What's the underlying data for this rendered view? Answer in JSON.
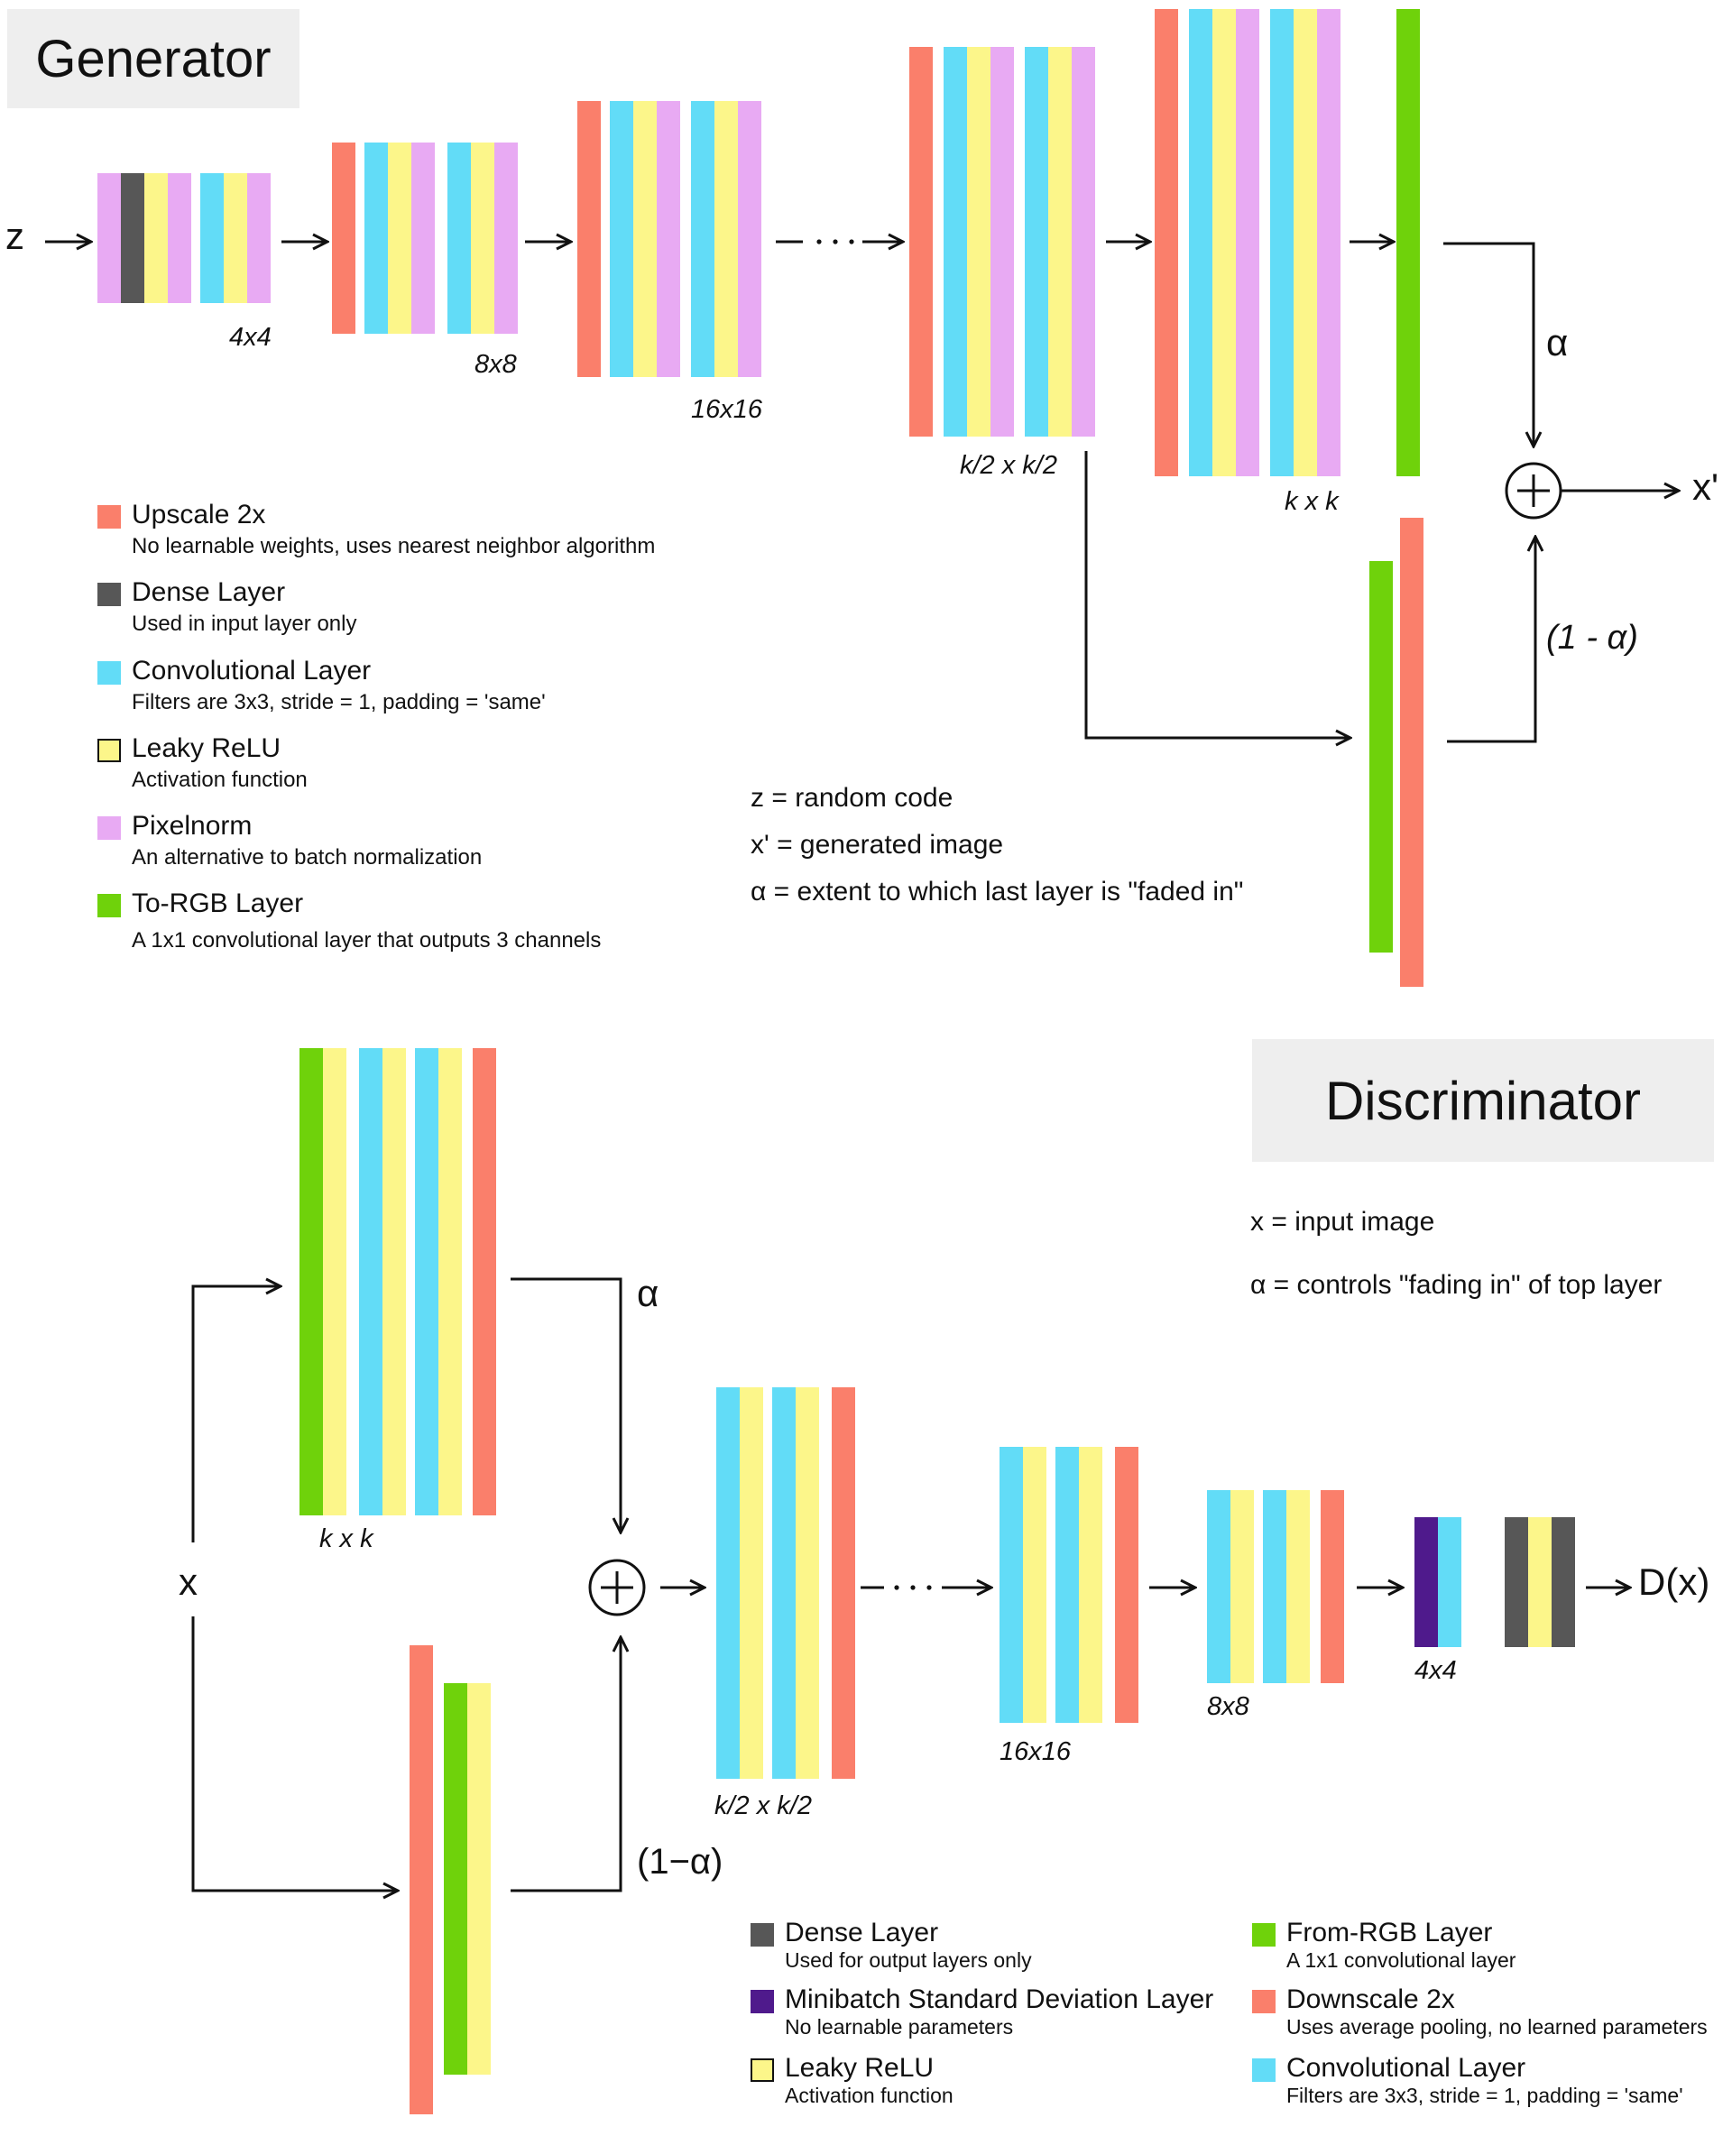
{
  "generator": {
    "title": "Generator",
    "input_symbol": "z",
    "output_symbol": "x'",
    "alpha_label": "α",
    "one_minus_alpha_label": "(1 - α)",
    "dim_labels": [
      "4x4",
      "8x8",
      "16x16",
      "k/2 x k/2",
      "k x k"
    ],
    "notes": [
      "z = random code",
      "x' = generated image",
      "α = extent to which last layer is \"faded in\""
    ],
    "legend": [
      {
        "name": "Upscale 2x",
        "desc": "No learnable weights, uses nearest neighbor algorithm",
        "color": "#FA7F6B"
      },
      {
        "name": "Dense Layer",
        "desc": "Used in input layer only",
        "color": "#575757"
      },
      {
        "name": "Convolutional Layer",
        "desc": "Filters are 3x3, stride = 1,  padding = 'same'",
        "color": "#62DCF7"
      },
      {
        "name": "Leaky ReLU",
        "desc": "Activation function",
        "color": "#FCF68A"
      },
      {
        "name": "Pixelnorm",
        "desc": "An alternative to batch normalization",
        "color": "#E8AAF3"
      },
      {
        "name": "To-RGB Layer",
        "desc": "A 1x1 convolutional layer that outputs 3 channels",
        "color": "#6FD20B"
      }
    ]
  },
  "discriminator": {
    "title": "Discriminator",
    "input_symbol": "x",
    "output_symbol": "D(x)",
    "alpha_label": "α",
    "one_minus_alpha_label": "(1−α)",
    "dim_labels": [
      "k x k",
      "k/2 x k/2",
      "16x16",
      "8x8",
      "4x4"
    ],
    "notes": [
      "x = input image",
      "α = controls \"fading in\" of top layer"
    ],
    "legend": [
      {
        "name": "Dense Layer",
        "desc": "Used for output layers only",
        "color": "#575757"
      },
      {
        "name": "Minibatch Standard Deviation Layer",
        "desc": "No learnable parameters",
        "color": "#4F1A8C"
      },
      {
        "name": "Leaky ReLU",
        "desc": "Activation function",
        "color": "#FCF68A"
      },
      {
        "name": "From-RGB Layer",
        "desc": "A 1x1 convolutional layer",
        "color": "#6FD20B"
      },
      {
        "name": "Downscale 2x",
        "desc": "Uses average pooling, no learned parameters",
        "color": "#FA7F6B"
      },
      {
        "name": "Convolutional Layer",
        "desc": "Filters are 3x3, stride = 1, padding = 'same'",
        "color": "#62DCF7"
      }
    ]
  },
  "colors": {
    "upscale": "#FA7F6B",
    "dense": "#575757",
    "conv": "#62DCF7",
    "relu": "#FCF68A",
    "pixelnorm": "#E8AAF3",
    "rgb": "#6FD20B",
    "minibatch": "#4F1A8C",
    "line": "#111111"
  }
}
